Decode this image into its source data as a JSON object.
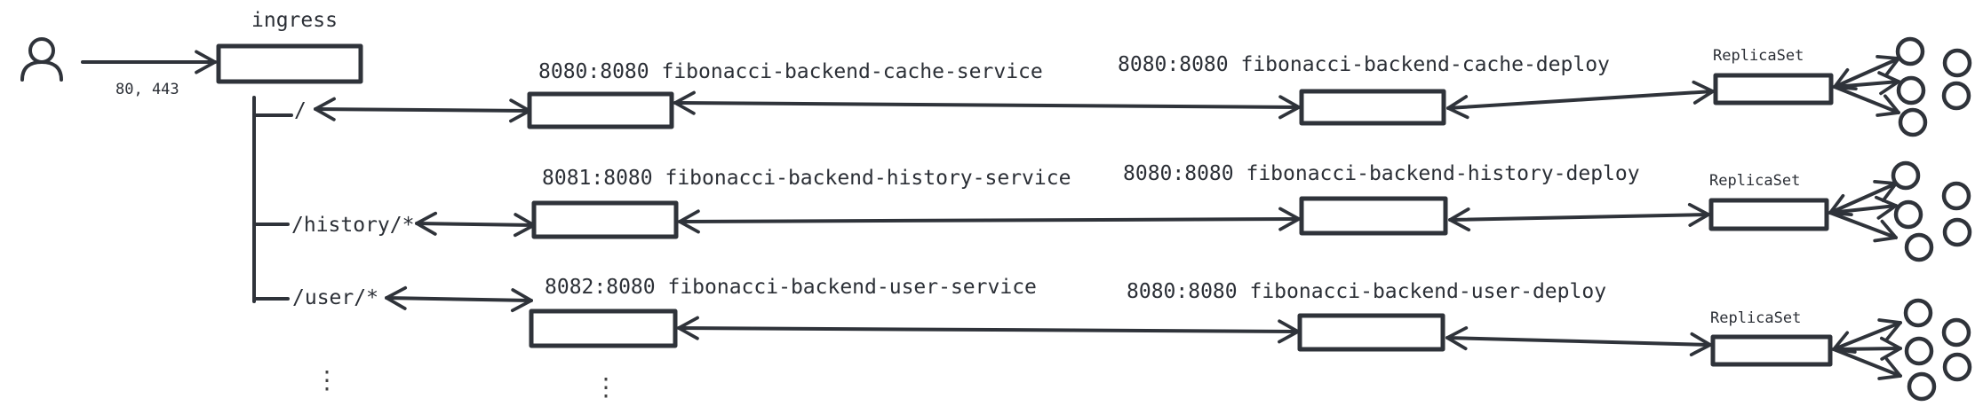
{
  "diagram": {
    "ingress": {
      "label": "ingress",
      "ports": "80, 443"
    },
    "routes": [
      {
        "path": "/",
        "service_label": "8080:8080 fibonacci-backend-cache-service",
        "deploy_label": "8080:8080 fibonacci-backend-cache-deploy",
        "replicaset_label": "ReplicaSet"
      },
      {
        "path": "/history/*",
        "service_label": "8081:8080 fibonacci-backend-history-service",
        "deploy_label": "8080:8080 fibonacci-backend-history-deploy",
        "replicaset_label": "ReplicaSet"
      },
      {
        "path": "/user/*",
        "service_label": "8082:8080 fibonacci-backend-user-service",
        "deploy_label": "8080:8080 fibonacci-backend-user-deploy",
        "replicaset_label": "ReplicaSet"
      }
    ],
    "more_routes": "⋮",
    "more_services": "⋮",
    "icons": {
      "user": "user-icon",
      "pod": "pod-icon"
    },
    "colors": {
      "stroke": "#2f333a",
      "background": "#ffffff"
    }
  }
}
